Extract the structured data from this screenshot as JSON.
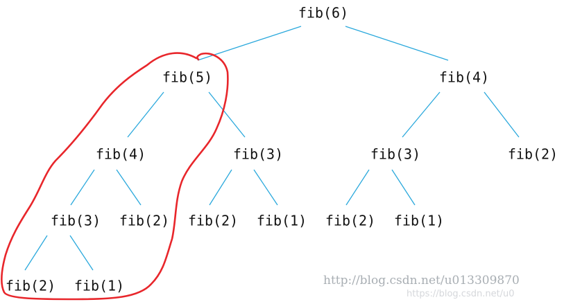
{
  "diagram": {
    "nodes": {
      "root": "fib(6)",
      "l1_left": "fib(5)",
      "l1_right": "fib(4)",
      "l2_a": "fib(4)",
      "l2_b": "fib(3)",
      "l2_c": "fib(3)",
      "l2_d": "fib(2)",
      "l3_a": "fib(3)",
      "l3_b": "fib(2)",
      "l3_c": "fib(2)",
      "l3_d": "fib(1)",
      "l3_e": "fib(2)",
      "l3_f": "fib(1)",
      "l4_a": "fib(2)",
      "l4_b": "fib(1)"
    },
    "edge_color": "#29a8dc",
    "highlight_color": "#e8262b"
  },
  "watermark": {
    "text": "http://blog.csdn.net/u013309870",
    "faint_text": "https://blog.csdn.net/u0"
  }
}
